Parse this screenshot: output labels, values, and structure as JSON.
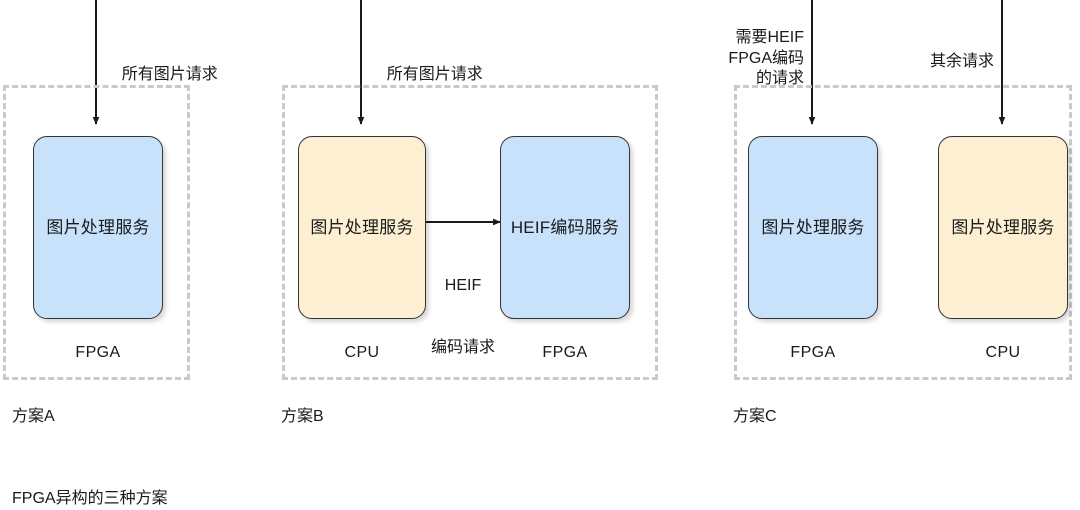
{
  "diagram": {
    "caption": "FPGA异构的三种方案",
    "colors": {
      "blue_fill": "#c9e2fb",
      "yellow_fill": "#fdf0d2",
      "node_border": "#333333",
      "panel_border": "#c9c9c9",
      "arrow": "#1a1a1a",
      "background": "#ffffff"
    },
    "panels": [
      {
        "id": "a",
        "plan_label": "方案A",
        "nodes": [
          {
            "label": "图片处理服务",
            "fill": "blue",
            "hardware": "FPGA"
          }
        ],
        "inbound_arrows": [
          {
            "label": "所有图片请求",
            "align": "left"
          }
        ]
      },
      {
        "id": "b",
        "plan_label": "方案B",
        "nodes": [
          {
            "label": "图片处理服务",
            "fill": "yellow",
            "hardware": "CPU"
          },
          {
            "label": "HEIF编码服务",
            "fill": "blue",
            "hardware": "FPGA"
          }
        ],
        "inbound_arrows": [
          {
            "label": "所有图片请求",
            "align": "left"
          }
        ],
        "internal_arrows": [
          {
            "label_line1": "HEIF",
            "label_line2": "编码请求"
          }
        ]
      },
      {
        "id": "c",
        "plan_label": "方案C",
        "nodes": [
          {
            "label": "图片处理服务",
            "fill": "blue",
            "hardware": "FPGA"
          },
          {
            "label": "图片处理服务",
            "fill": "yellow",
            "hardware": "CPU"
          }
        ],
        "inbound_arrows": [
          {
            "label": "需要HEIF\nFPGA编码\n的请求",
            "align": "right"
          },
          {
            "label": "其余请求",
            "align": "right"
          }
        ]
      }
    ]
  }
}
